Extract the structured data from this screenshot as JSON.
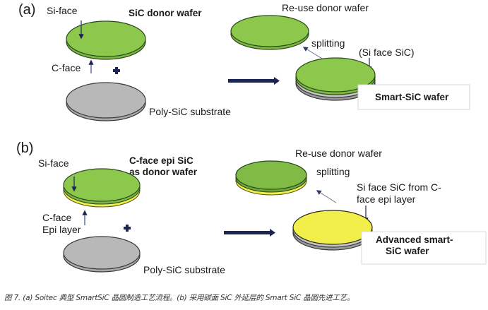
{
  "colors": {
    "green": "#8cc84b",
    "green_edge": "#2a4a1c",
    "grey": "#b5b5b5",
    "grey_edge": "#3a3a3a",
    "yellow": "#f2ee4a",
    "arrow": "#1c2452",
    "label_box_border": "#d6d6d6"
  },
  "panel_a": {
    "label": "(a)",
    "si_face": "Si-face",
    "donor_title": "SiC donor wafer",
    "c_face": "C-face",
    "plus": "+",
    "substrate": "Poly-SiC substrate",
    "reuse": "Re-use donor wafer",
    "splitting": "splitting",
    "si_face_sic": "(Si face SiC)",
    "result": "Smart-SiC wafer"
  },
  "panel_b": {
    "label": "(b)",
    "si_face": "Si-face",
    "donor_title_line1": "C-face epi SiC",
    "donor_title_line2": "as donor wafer",
    "c_face_line1": "C-face",
    "c_face_line2": "Epi layer",
    "plus": "+",
    "substrate": "Poly-SiC substrate",
    "reuse": "Re-use donor wafer",
    "splitting": "splitting",
    "si_face_note_line1": "Si face SiC from C-",
    "si_face_note_line2": "face epi layer",
    "result_line1": "Advanced smart-",
    "result_line2": "SiC wafer"
  },
  "caption": "图 7. (a) Soitec 典型 SmartSiC 晶圆制造工艺流程。(b) 采用碳面 SiC 外延层的 Smart SiC 晶圆先进工艺。"
}
